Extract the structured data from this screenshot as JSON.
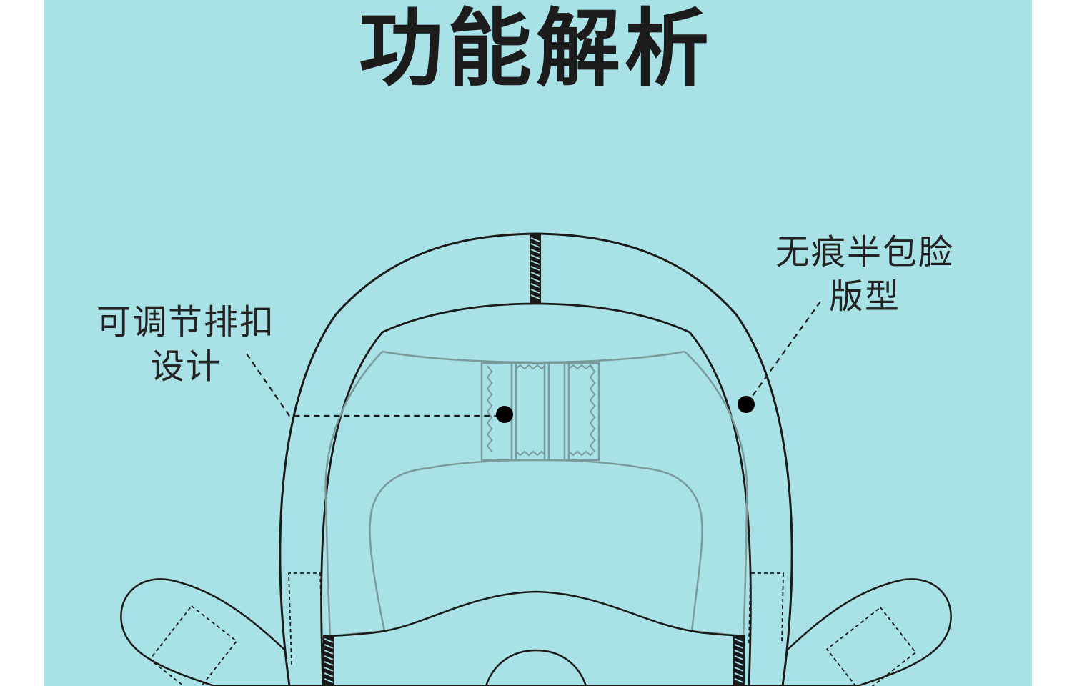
{
  "title": "功能解析",
  "annotations": {
    "left": {
      "line1": "可调节排扣",
      "line2": "设计"
    },
    "right": {
      "line1": "无痕半包脸",
      "line2": "版型"
    }
  },
  "colors": {
    "background": "#a8e1e6",
    "outline": "#1a1a1a",
    "inner_outline": "#7a9a9c",
    "text": "#222222"
  }
}
